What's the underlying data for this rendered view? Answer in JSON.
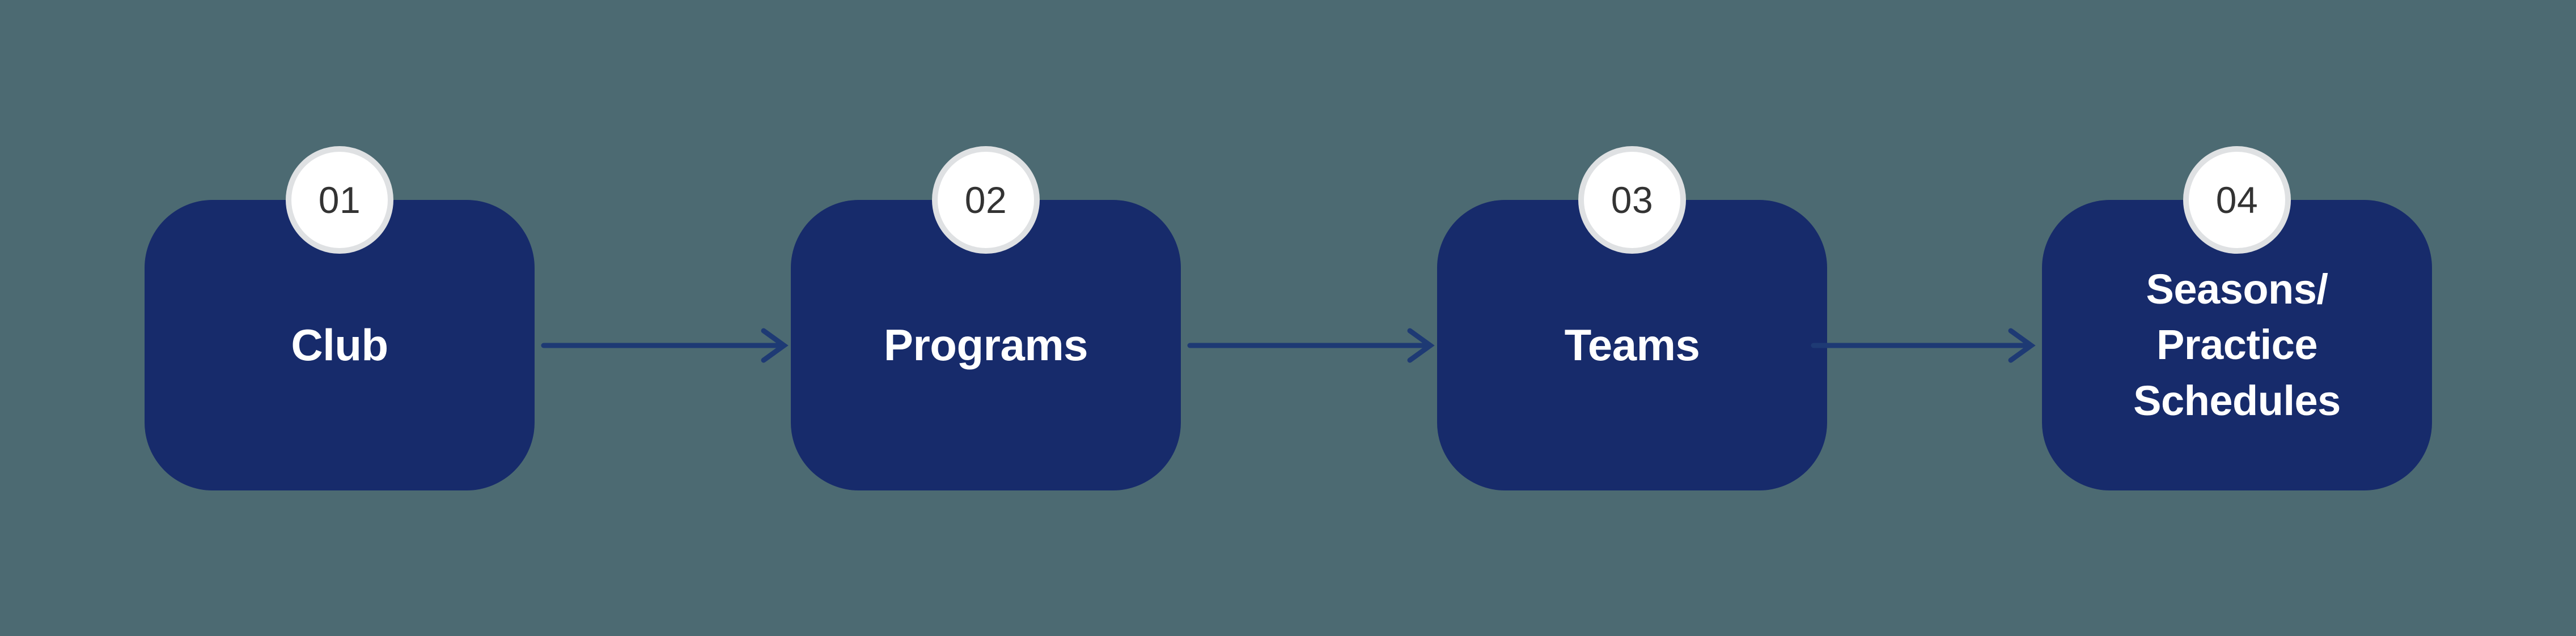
{
  "diagram": {
    "type": "horizontal-process-flow",
    "background_color": "#4C6A72",
    "box_color": "#172B6B",
    "badge_color": "#FFFFFF",
    "badge_border_color": "#DFE1E3",
    "badge_text_color": "#333333",
    "label_color": "#FFFFFF",
    "arrow_color": "#1E3A74",
    "steps": [
      {
        "number": "01",
        "label": "Club"
      },
      {
        "number": "02",
        "label": "Programs"
      },
      {
        "number": "03",
        "label": "Teams"
      },
      {
        "number": "04",
        "label": "Seasons/\nPractice\nSchedules"
      }
    ],
    "connectors": [
      {
        "from": "01",
        "to": "02"
      },
      {
        "from": "02",
        "to": "03"
      },
      {
        "from": "03",
        "to": "04"
      }
    ]
  }
}
